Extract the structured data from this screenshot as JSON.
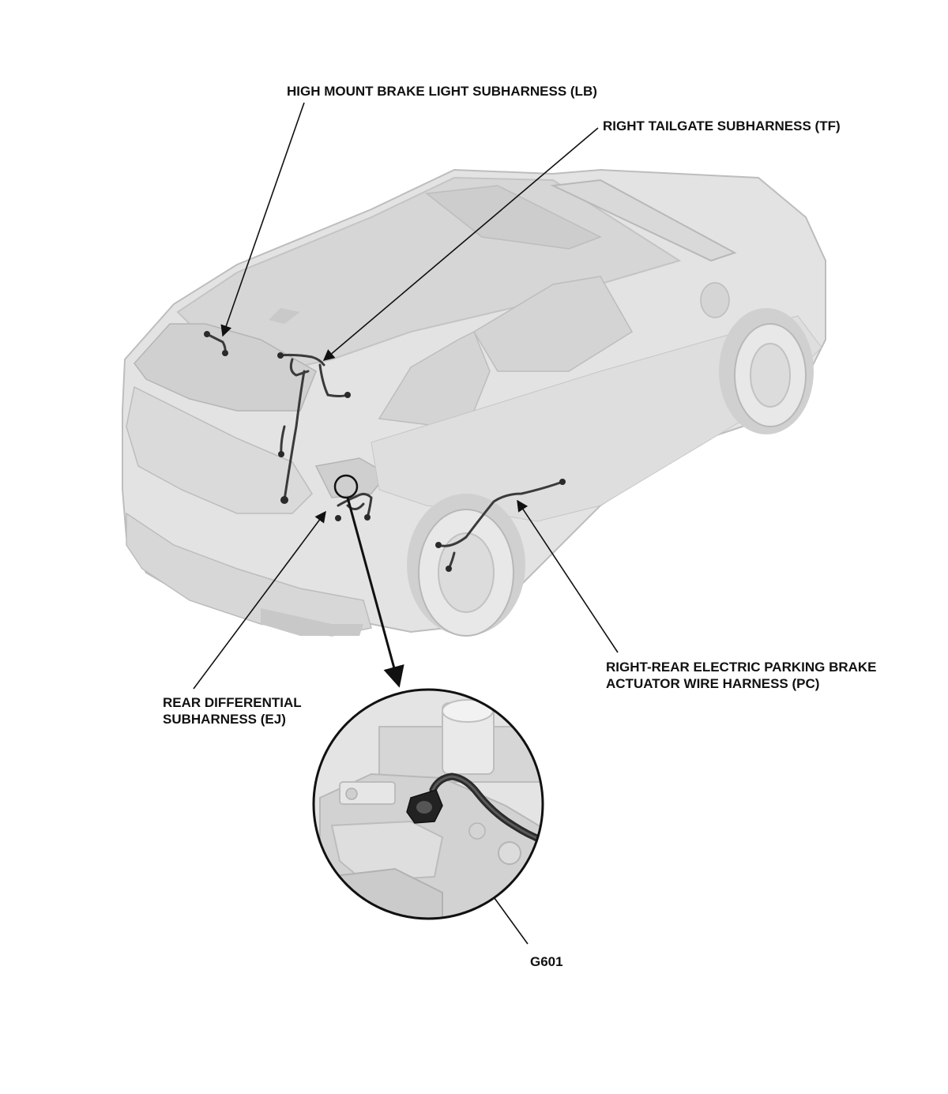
{
  "callouts": {
    "high_mount_brake_light": "HIGH MOUNT BRAKE LIGHT SUBHARNESS (LB)",
    "right_tailgate": "RIGHT TAILGATE SUBHARNESS (TF)",
    "rear_differential": [
      "REAR DIFFERENTIAL",
      "SUBHARNESS (EJ)"
    ],
    "parking_brake": [
      "RIGHT-REAR ELECTRIC PARKING BRAKE",
      "ACTUATOR WIRE HARNESS (PC)"
    ],
    "ground": "G601"
  },
  "colors": {
    "ink": "#111111",
    "vehicle_body": "#e3e3e3",
    "vehicle_shadow": "#c9c9c9",
    "glass": "#d2d2d2",
    "harness": "#3a3a3a"
  }
}
